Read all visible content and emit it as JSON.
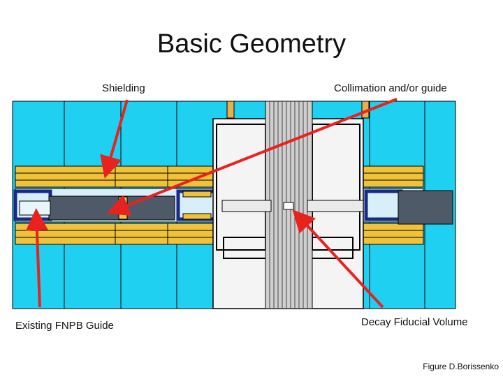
{
  "title": "Basic Geometry",
  "labels": {
    "shielding": "Shielding",
    "collimation": "Collimation and/or guide",
    "guide": "Existing FNPB Guide",
    "decay": "Decay Fiducial Volume"
  },
  "credit": "Figure D.Borissenko",
  "colors": {
    "water": "#1fd0f0",
    "shielding": "#f0c23a",
    "guide": "#4f5a68",
    "collimator": "#1a2a8a",
    "detector_bg": "#f4f4f4",
    "arrow": "#e8221f"
  }
}
